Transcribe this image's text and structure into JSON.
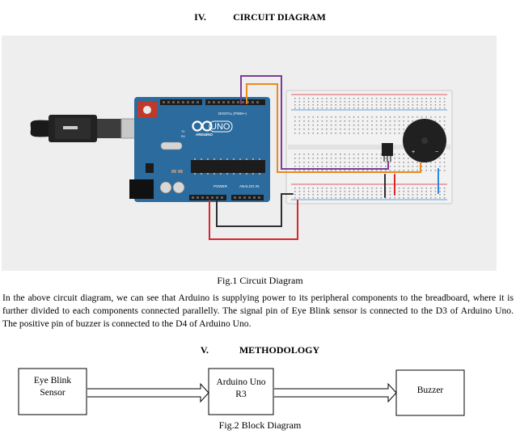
{
  "section4": {
    "numeral": "IV.",
    "title": "CIRCUIT DIAGRAM"
  },
  "figure1": {
    "caption": "Fig.1 Circuit Diagram",
    "board": {
      "logo": "UNO",
      "brand": "ARDUINO",
      "digital_label": "DIGITAL (PWM~)",
      "power_label": "POWER",
      "analog_label": "ANALOG IN",
      "tx_label": "TX",
      "rx_label": "RX"
    },
    "colors": {
      "board": "#2b6b9d",
      "breadboard": "#f2f2f2",
      "wire_purple": "#7d3c98",
      "wire_orange": "#e98a1e",
      "wire_red": "#d9262b",
      "wire_black": "#303030",
      "wire_blue": "#2e86de"
    }
  },
  "paragraph": "In the above circuit diagram, we can see that Arduino is supplying power to its peripheral components to the breadboard, where it is further divided to each components connected parallelly.   The signal pin of Eye Blink sensor is connected to the D3 of Arduino Uno. The positive pin of buzzer is connected to the D4 of Arduino Uno.",
  "section5": {
    "numeral": "V.",
    "title": "METHODOLOGY"
  },
  "figure2": {
    "caption": "Fig.2 Block Diagram",
    "blocks": [
      {
        "line1": "Eye Blink",
        "line2": "Sensor"
      },
      {
        "line1": "Arduino Uno",
        "line2": "R3"
      },
      {
        "line1": "Buzzer"
      }
    ]
  }
}
